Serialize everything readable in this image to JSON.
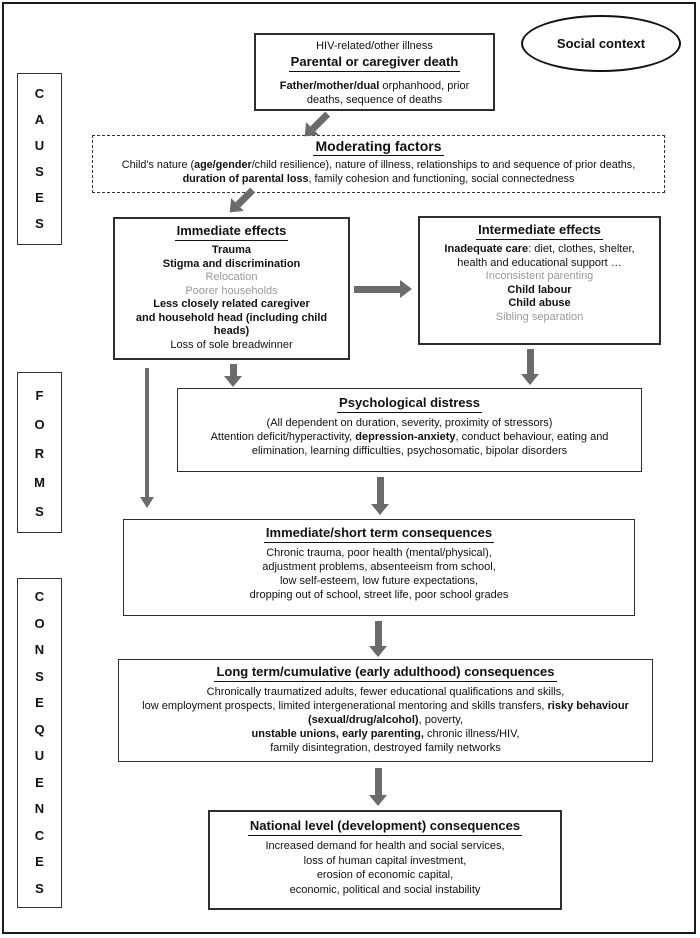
{
  "palette": {
    "arrow_gray": "#6b6b6b",
    "muted_text": "#999999",
    "border_black": "#1a1a1a",
    "background": "#ffffff"
  },
  "side_labels": {
    "causes": "CAUSES",
    "forms": "FORMS",
    "consequences": "CONSEQUENCES"
  },
  "social_context": {
    "label": "Social context"
  },
  "boxes": {
    "parental_death": {
      "subtitle": "HIV-related/other illness",
      "title": "Parental or caregiver death",
      "lines": [
        [
          {
            "t": "Father/mother/dual",
            "b": true
          },
          {
            "t": " orphanhood, prior"
          }
        ],
        [
          {
            "t": "deaths, sequence of deaths"
          }
        ]
      ]
    },
    "moderating": {
      "title": "Moderating factors",
      "lines": [
        [
          {
            "t": "Child's nature ("
          },
          {
            "t": "age/gender",
            "b": true
          },
          {
            "t": "/child resilience), nature of illness, relationships to and sequence of prior deaths,"
          }
        ],
        [
          {
            "t": "duration of parental loss",
            "b": true
          },
          {
            "t": ", family cohesion and functioning, social connectedness"
          }
        ]
      ]
    },
    "immediate_effects": {
      "title": "Immediate effects",
      "lines": [
        [
          {
            "t": "Trauma",
            "b": true
          }
        ],
        [
          {
            "t": "Stigma and discrimination",
            "b": true
          }
        ],
        [
          {
            "t": "Relocation",
            "g": true
          }
        ],
        [
          {
            "t": "Poorer households",
            "g": true
          }
        ],
        [
          {
            "t": "Less closely related caregiver",
            "b": true
          }
        ],
        [
          {
            "t": "and household head (including child",
            "b": true
          }
        ],
        [
          {
            "t": "heads)",
            "b": true
          }
        ],
        [
          {
            "t": "Loss of sole breadwinner"
          }
        ]
      ]
    },
    "intermediate_effects": {
      "title": "Intermediate effects",
      "lines": [
        [
          {
            "t": "Inadequate care",
            "b": true
          },
          {
            "t": ": diet, clothes, shelter,"
          }
        ],
        [
          {
            "t": "health and educational support …"
          }
        ],
        [
          {
            "t": "Inconsistent parenting",
            "g": true
          }
        ],
        [
          {
            "t": "Child labour",
            "b": true
          }
        ],
        [
          {
            "t": "Child abuse",
            "b": true
          }
        ],
        [
          {
            "t": "Sibling separation",
            "g": true
          }
        ]
      ]
    },
    "psychological_distress": {
      "title": "Psychological distress",
      "lines": [
        [
          {
            "t": "(All dependent on duration, severity, proximity of stressors)"
          }
        ],
        [
          {
            "t": "Attention deficit/hyperactivity, "
          },
          {
            "t": "depression-anxiety",
            "b": true
          },
          {
            "t": ", conduct behaviour, eating and"
          }
        ],
        [
          {
            "t": "elimination, learning difficulties, psychosomatic, bipolar disorders"
          }
        ]
      ]
    },
    "short_term": {
      "title": "Immediate/short term consequences",
      "lines": [
        [
          {
            "t": "Chronic trauma, poor health (mental/physical),"
          }
        ],
        [
          {
            "t": "adjustment problems, absenteeism from school,"
          }
        ],
        [
          {
            "t": "low self-esteem, low future expectations,"
          }
        ],
        [
          {
            "t": "dropping out of school, street life, poor school grades"
          }
        ]
      ]
    },
    "long_term": {
      "title": "Long term/cumulative (early adulthood) consequences",
      "lines": [
        [
          {
            "t": "Chronically traumatized adults, fewer educational qualifications and skills,"
          }
        ],
        [
          {
            "t": "low employment prospects, limited intergenerational mentoring and skills transfers, "
          },
          {
            "t": "risky behaviour",
            "b": true
          }
        ],
        [
          {
            "t": "(sexual/drug/alcohol)",
            "b": true
          },
          {
            "t": ", poverty,"
          }
        ],
        [
          {
            "t": "unstable unions, early parenting,",
            "b": true
          },
          {
            "t": " chronic illness/HIV,"
          }
        ],
        [
          {
            "t": "family disintegration, destroyed family networks"
          }
        ]
      ]
    },
    "national": {
      "title": "National level (development) consequences",
      "lines": [
        [
          {
            "t": "Increased demand for health and social services,"
          }
        ],
        [
          {
            "t": "loss of human capital investment,"
          }
        ],
        [
          {
            "t": "erosion of economic capital,"
          }
        ],
        [
          {
            "t": "economic, political and social instability"
          }
        ]
      ]
    }
  }
}
